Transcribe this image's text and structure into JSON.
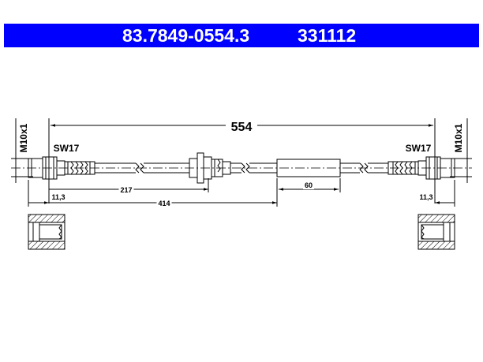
{
  "header": {
    "part_number": "83.7849-0554.3",
    "ref_number": "331112"
  },
  "dimensions": {
    "total_length": "554",
    "thread_left": "M10x1",
    "thread_right": "M10x1",
    "wrench_left": "SW17",
    "wrench_right": "SW17",
    "fitting_left": "11,3",
    "fitting_right": "11,3",
    "to_bracket": "217",
    "to_sleeve": "414",
    "sleeve_length": "60"
  },
  "colors": {
    "banner": "#0000ff",
    "banner_text": "#ffffff",
    "line": "#000000"
  }
}
